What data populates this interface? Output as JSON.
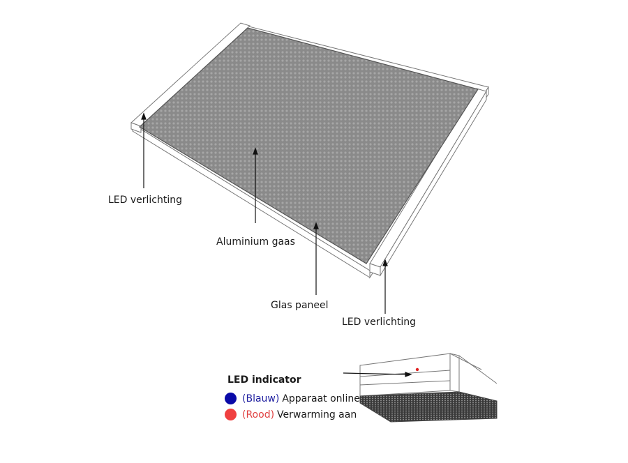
{
  "labels": {
    "led_left": "LED verlichting",
    "mesh": "Aluminium gaas",
    "glass": "Glas paneel",
    "led_right": "LED verlichting"
  },
  "legend": {
    "title": "LED indicator",
    "items": [
      {
        "color_word": "(Blauw)",
        "text": "Apparaat online",
        "color": "#0a0aa8",
        "text_color": "#1f1fa0"
      },
      {
        "color_word": "(Rood)",
        "text": "Verwarming aan",
        "color": "#f04040",
        "text_color": "#e04040"
      }
    ]
  },
  "indicator_color": "#e02020"
}
